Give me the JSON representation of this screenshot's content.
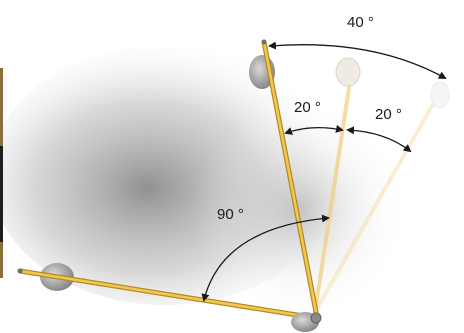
{
  "diagram": {
    "labels": {
      "angle_90": "90 °",
      "angle_40": "40 °",
      "angle_20_left": "20 °",
      "angle_20_right": "20 °"
    },
    "colors": {
      "background": "#ffffff",
      "edge_strip_dark": "#1e1e1e",
      "edge_strip_tan": "#8b6e3a",
      "arm_gold": "#e6b93a",
      "arm_gold_dark": "#b4892a",
      "arm_ghost_1": "#f0cf7f",
      "arm_ghost_2": "#f6dfae",
      "hinge_grey": "#9a9a9a",
      "arc_stroke": "#1a1a1a",
      "shadow": "#8c8c8c"
    },
    "angles_deg": {
      "between_arms": 90,
      "tilt_total": 40,
      "tilt_step": 20
    }
  }
}
